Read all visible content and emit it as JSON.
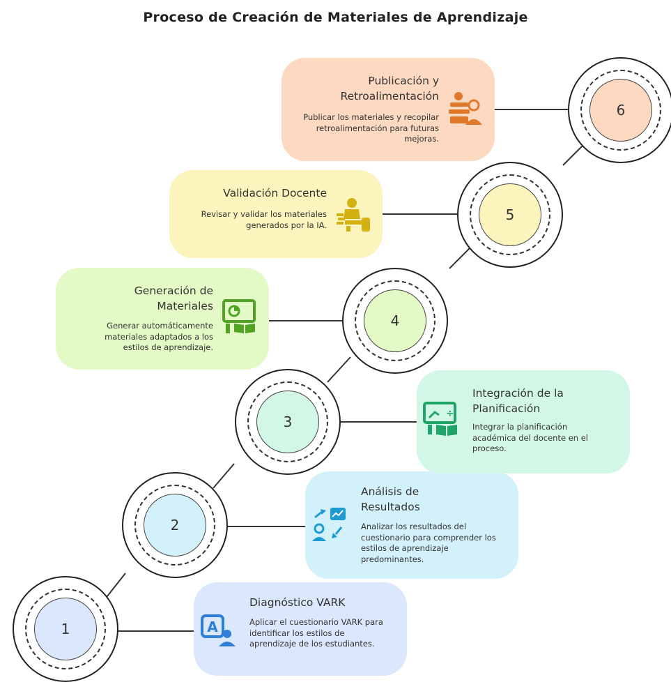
{
  "title": "Proceso de Creación de Materiales de Aprendizaje",
  "steps": [
    {
      "number": "1",
      "title": "Diagnóstico VARK",
      "description": "Aplicar el cuestionario VARK para identificar los estilos de aprendizaje de los estudiantes.",
      "icon": "user-text-icon",
      "color": "#dbe7fc",
      "core_color": "#dbe7fc",
      "icon_color": "#2f7fd6"
    },
    {
      "number": "2",
      "title": "Análisis de Resultados",
      "description": "Analizar los resultados del cuestionario para comprender los estilos de aprendizaje predominantes.",
      "icon": "analysis-exchange-icon",
      "color": "#d3f1fb",
      "core_color": "#d3f1fb",
      "icon_color": "#1e9bd3"
    },
    {
      "number": "3",
      "title": "Integración de la Planificación",
      "description": "Integrar la planificación académica del docente en el proceso.",
      "icon": "planning-board-icon",
      "color": "#d2f7e6",
      "core_color": "#d2f7e6",
      "icon_color": "#21a46a"
    },
    {
      "number": "4",
      "title": "Generación de Materiales",
      "description": "Generar automáticamente materiales adaptados a los estilos de aprendizaje.",
      "icon": "presentation-book-icon",
      "color": "#e3f9c6",
      "core_color": "#e3f9c6",
      "icon_color": "#52a225"
    },
    {
      "number": "5",
      "title": "Validación Docente",
      "description": "Revisar y validar los materiales generados por la IA.",
      "icon": "teacher-desk-icon",
      "color": "#fcf4bd",
      "core_color": "#fcf4bd",
      "icon_color": "#d3b112"
    },
    {
      "number": "6",
      "title": "Publicación y Retroalimentación",
      "description": "Publicar los materiales y recopilar retroalimentación para futuras mejoras.",
      "icon": "people-feedback-icon",
      "color": "#fcd9c0",
      "core_color": "#fcd9c0",
      "icon_color": "#e0782a"
    }
  ]
}
